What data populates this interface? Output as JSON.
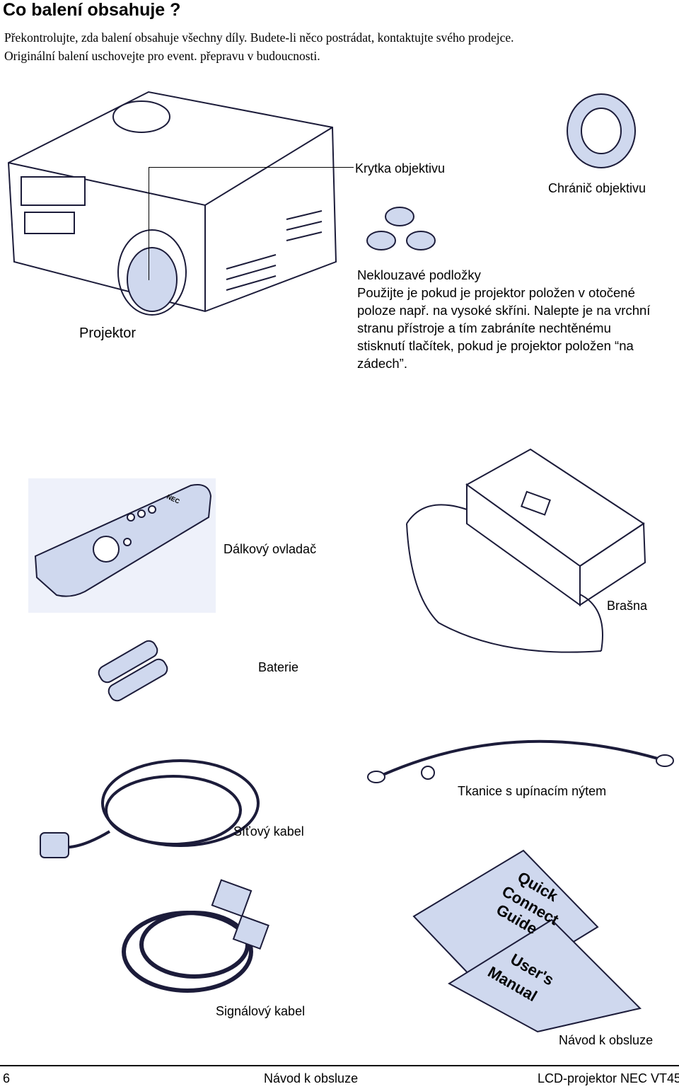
{
  "page": {
    "title": "Co balení obsahuje ?",
    "intro_lines": [
      "Překontrolujte, zda balení obsahuje všechny díly. Budete-li něco postrádat, kontaktujte svého prodejce.",
      "Originální balení uschovejte pro event. přepravu v budoucnosti."
    ]
  },
  "items": {
    "lens_cover": "Krytka objektivu",
    "lens_protector": "Chránič objektivu",
    "projector": "Projektor",
    "pads_title": "Neklouzavé podložky",
    "pads_lines": [
      "Použijte  je  pokud je projektor položen v otočené",
      "poloze např. na vysoké skříni. Nalepte je na vrchní",
      "stranu přístroje a tím zabráníte nechtěnému",
      "stisknutí tlačítek, pokud je projektor položen “na",
      "zádech”."
    ],
    "remote": "Dálkový ovladač",
    "bag": "Brašna",
    "batteries": "Baterie",
    "strap": "Tkanice s upínacím nýtem",
    "power_cable": "Síťový kabel",
    "signal_cable": "Signálový kabel",
    "manual": "Návod k obsluze"
  },
  "artwork_text": {
    "remote_brand": "NEC",
    "quick_guide": [
      "Quick",
      "Connect",
      "Guide"
    ],
    "users_manual": [
      "User's",
      "Manual"
    ]
  },
  "footer": {
    "page_number": "6",
    "center": "Návod k obsluze",
    "right": "LCD-projektor NEC VT45"
  },
  "colors": {
    "illustration_fill": "#cfd8ee",
    "outline": "#1c1c3a"
  }
}
